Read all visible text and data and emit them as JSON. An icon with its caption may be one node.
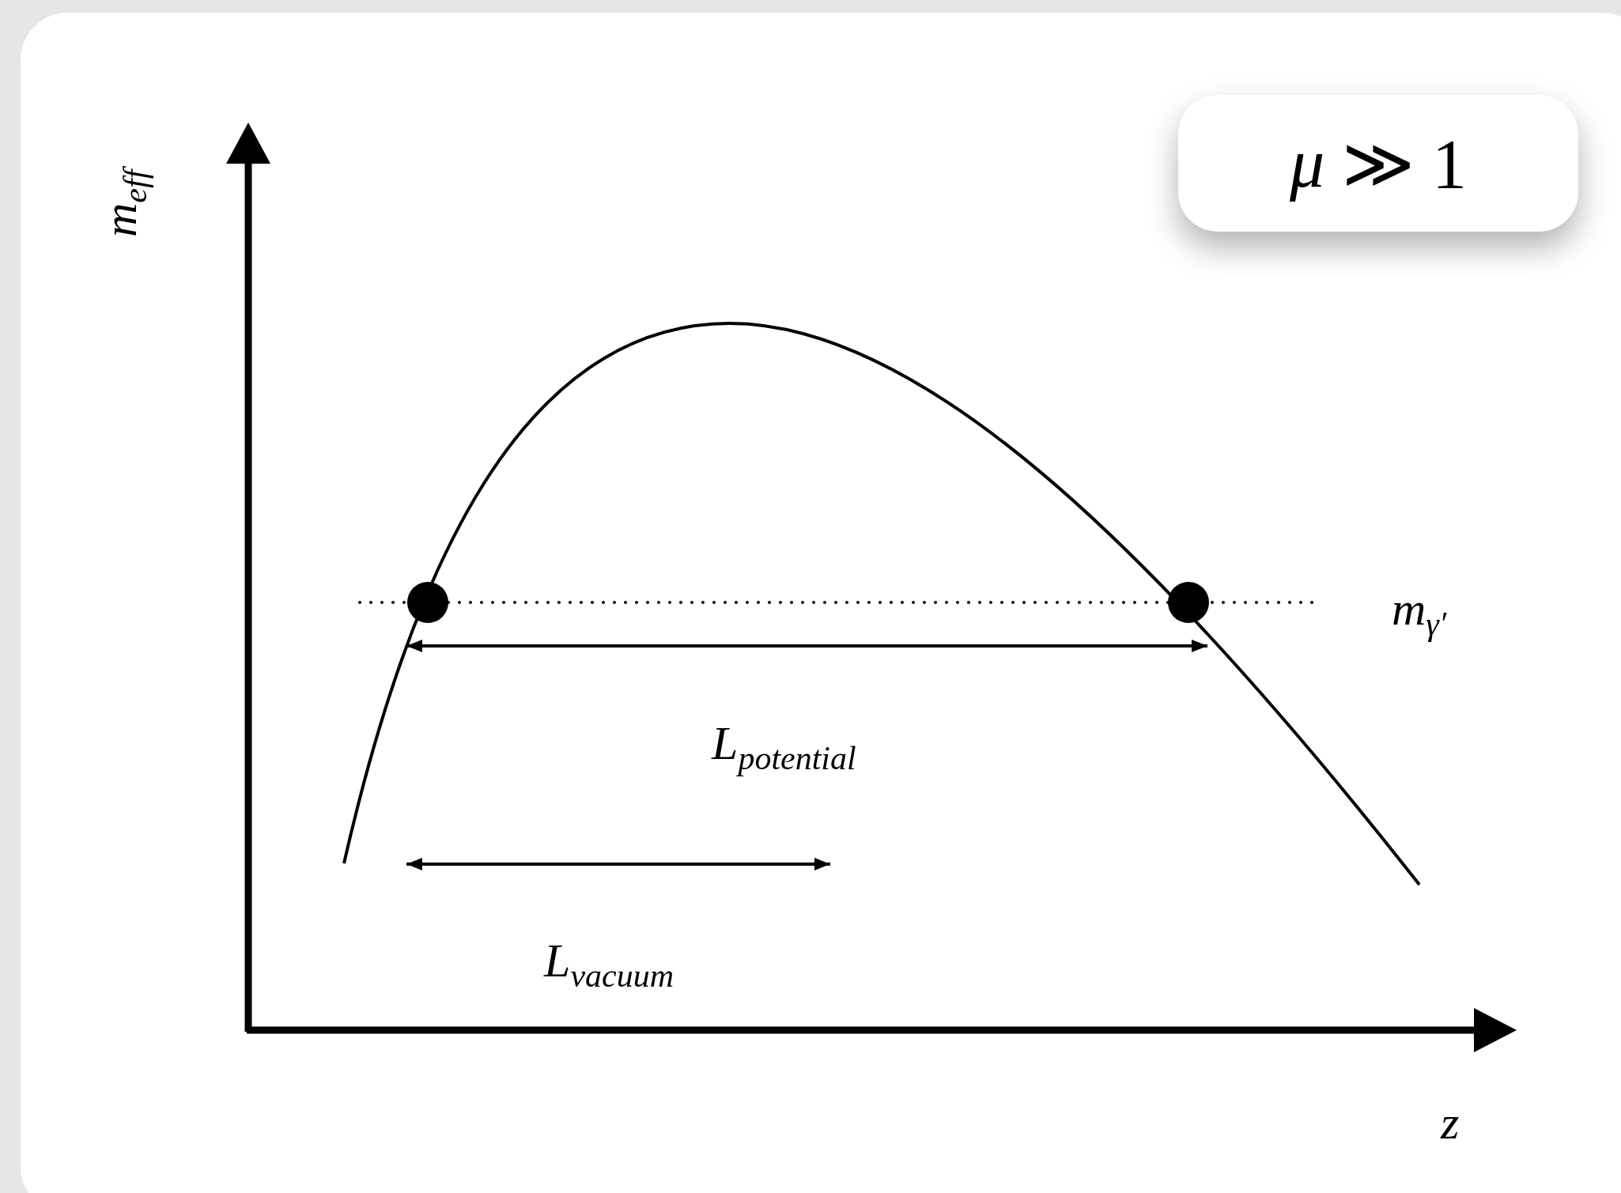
{
  "diagram": {
    "nodes": [
      {
        "text": [
          "*μ* ≫ 1"
        ]
      }
    ],
    "edges": [],
    "labels": [
      "m$_{eff}$",
      "m$_{γ′}$",
      "L$_{potential}$",
      "L$_{vacuum}$",
      "z"
    ]
  }
}
